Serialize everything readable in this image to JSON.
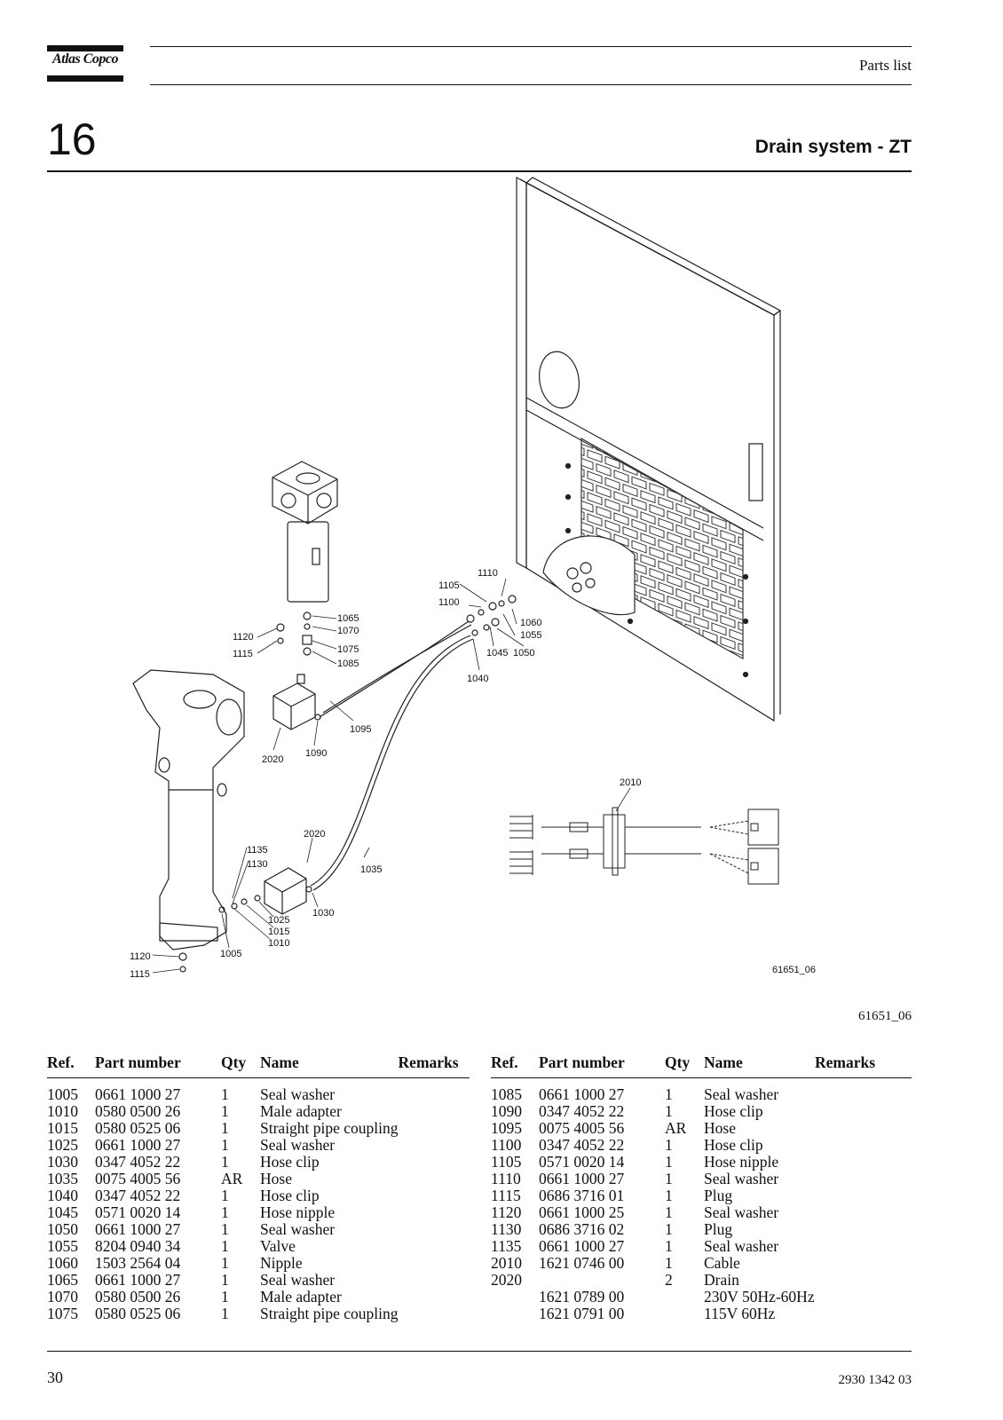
{
  "header": {
    "brand": "Atlas Copco",
    "doc_type": "Parts list"
  },
  "section": {
    "number": "16",
    "title": "Drain system - ZT"
  },
  "figure": {
    "id_inside": "61651_06",
    "id_outside": "61651_06"
  },
  "callouts": {
    "c1005": "1005",
    "c1010": "1010",
    "c1015": "1015",
    "c1025": "1025",
    "c1030": "1030",
    "c1035": "1035",
    "c1040": "1040",
    "c1045": "1045",
    "c1050": "1050",
    "c1055": "1055",
    "c1060": "1060",
    "c1065": "1065",
    "c1070": "1070",
    "c1075": "1075",
    "c1085": "1085",
    "c1090": "1090",
    "c1095": "1095",
    "c1100": "1100",
    "c1105": "1105",
    "c1110": "1110",
    "c1115a": "1115",
    "c1115b": "1115",
    "c1120a": "1120",
    "c1120b": "1120",
    "c1130": "1130",
    "c1135": "1135",
    "c2010": "2010",
    "c2020a": "2020",
    "c2020b": "2020"
  },
  "table": {
    "headers": {
      "ref": "Ref.",
      "part": "Part number",
      "qty": "Qty",
      "name": "Name",
      "remarks": "Remarks"
    },
    "left": [
      {
        "ref": "1005",
        "part": "0661 1000 27",
        "qty": "1",
        "name": "Seal washer"
      },
      {
        "ref": "1010",
        "part": "0580 0500 26",
        "qty": "1",
        "name": "Male adapter"
      },
      {
        "ref": "1015",
        "part": "0580 0525 06",
        "qty": "1",
        "name": "Straight pipe coupling"
      },
      {
        "ref": "1025",
        "part": "0661 1000 27",
        "qty": "1",
        "name": "Seal washer"
      },
      {
        "ref": "1030",
        "part": "0347 4052 22",
        "qty": "1",
        "name": "Hose clip"
      },
      {
        "ref": "1035",
        "part": "0075 4005 56",
        "qty": "AR",
        "name": "Hose"
      },
      {
        "ref": "1040",
        "part": "0347 4052 22",
        "qty": "1",
        "name": "Hose clip"
      },
      {
        "ref": "1045",
        "part": "0571 0020 14",
        "qty": "1",
        "name": "Hose nipple"
      },
      {
        "ref": "1050",
        "part": "0661 1000 27",
        "qty": "1",
        "name": "Seal washer"
      },
      {
        "ref": "1055",
        "part": "8204 0940 34",
        "qty": "1",
        "name": "Valve"
      },
      {
        "ref": "1060",
        "part": "1503 2564 04",
        "qty": "1",
        "name": "Nipple"
      },
      {
        "ref": "1065",
        "part": "0661 1000 27",
        "qty": "1",
        "name": "Seal washer"
      },
      {
        "ref": "1070",
        "part": "0580 0500 26",
        "qty": "1",
        "name": "Male adapter"
      },
      {
        "ref": "1075",
        "part": "0580 0525 06",
        "qty": "1",
        "name": "Straight pipe coupling"
      }
    ],
    "right": [
      {
        "ref": "1085",
        "part": "0661 1000 27",
        "qty": "1",
        "name": "Seal washer"
      },
      {
        "ref": "1090",
        "part": "0347 4052 22",
        "qty": "1",
        "name": "Hose clip"
      },
      {
        "ref": "1095",
        "part": "0075 4005 56",
        "qty": "AR",
        "name": "Hose"
      },
      {
        "ref": "1100",
        "part": "0347 4052 22",
        "qty": "1",
        "name": "Hose clip"
      },
      {
        "ref": "1105",
        "part": "0571 0020 14",
        "qty": "1",
        "name": "Hose nipple"
      },
      {
        "ref": "1110",
        "part": "0661 1000 27",
        "qty": "1",
        "name": "Seal washer"
      },
      {
        "ref": "1115",
        "part": "0686 3716 01",
        "qty": "1",
        "name": "Plug"
      },
      {
        "ref": "1120",
        "part": "0661 1000 25",
        "qty": "1",
        "name": "Seal washer"
      },
      {
        "ref": "1130",
        "part": "0686 3716 02",
        "qty": "1",
        "name": "Plug"
      },
      {
        "ref": "1135",
        "part": "0661 1000 27",
        "qty": "1",
        "name": "Seal washer"
      },
      {
        "ref": "2010",
        "part": "1621 0746 00",
        "qty": "1",
        "name": "Cable"
      },
      {
        "ref": "2020",
        "part": "",
        "qty": "2",
        "name": "Drain"
      },
      {
        "ref": "",
        "part": "1621 0789 00",
        "qty": "",
        "name": "230V 50Hz-60Hz"
      },
      {
        "ref": "",
        "part": "1621 0791 00",
        "qty": "",
        "name": "115V 60Hz"
      }
    ]
  },
  "footer": {
    "page": "30",
    "doc_number": "2930 1342 03"
  }
}
